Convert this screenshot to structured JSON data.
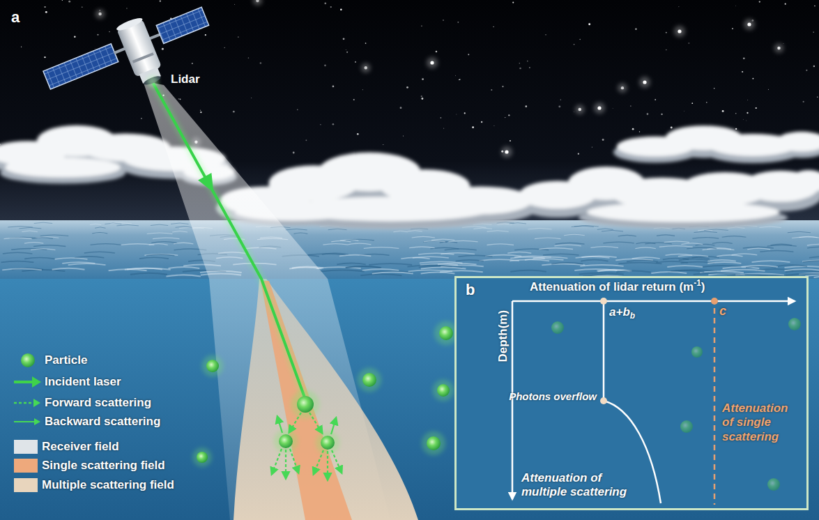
{
  "diagram": {
    "nodes": [
      {
        "text": [
          "b",
          "Attenuation of lidar return (m-1)",
          "a+bb",
          "c",
          "Depth(m)",
          "Photons overflow",
          "Attenuation of multiple scattering",
          "Attenuation of single scattering"
        ]
      }
    ],
    "labels": [
      "a",
      "Lidar"
    ],
    "legend": [
      {
        "text": "Particle"
      },
      {
        "text": "Incident laser"
      },
      {
        "text": "Forward scattering"
      },
      {
        "text": "Backward scattering"
      },
      {
        "text": "Receiver field",
        "color": "#dfe4e8"
      },
      {
        "text": "Single scattering field",
        "color": "#eea97c"
      },
      {
        "text": "Multiple scattering field",
        "color": "#e8d5bd"
      }
    ]
  }
}
